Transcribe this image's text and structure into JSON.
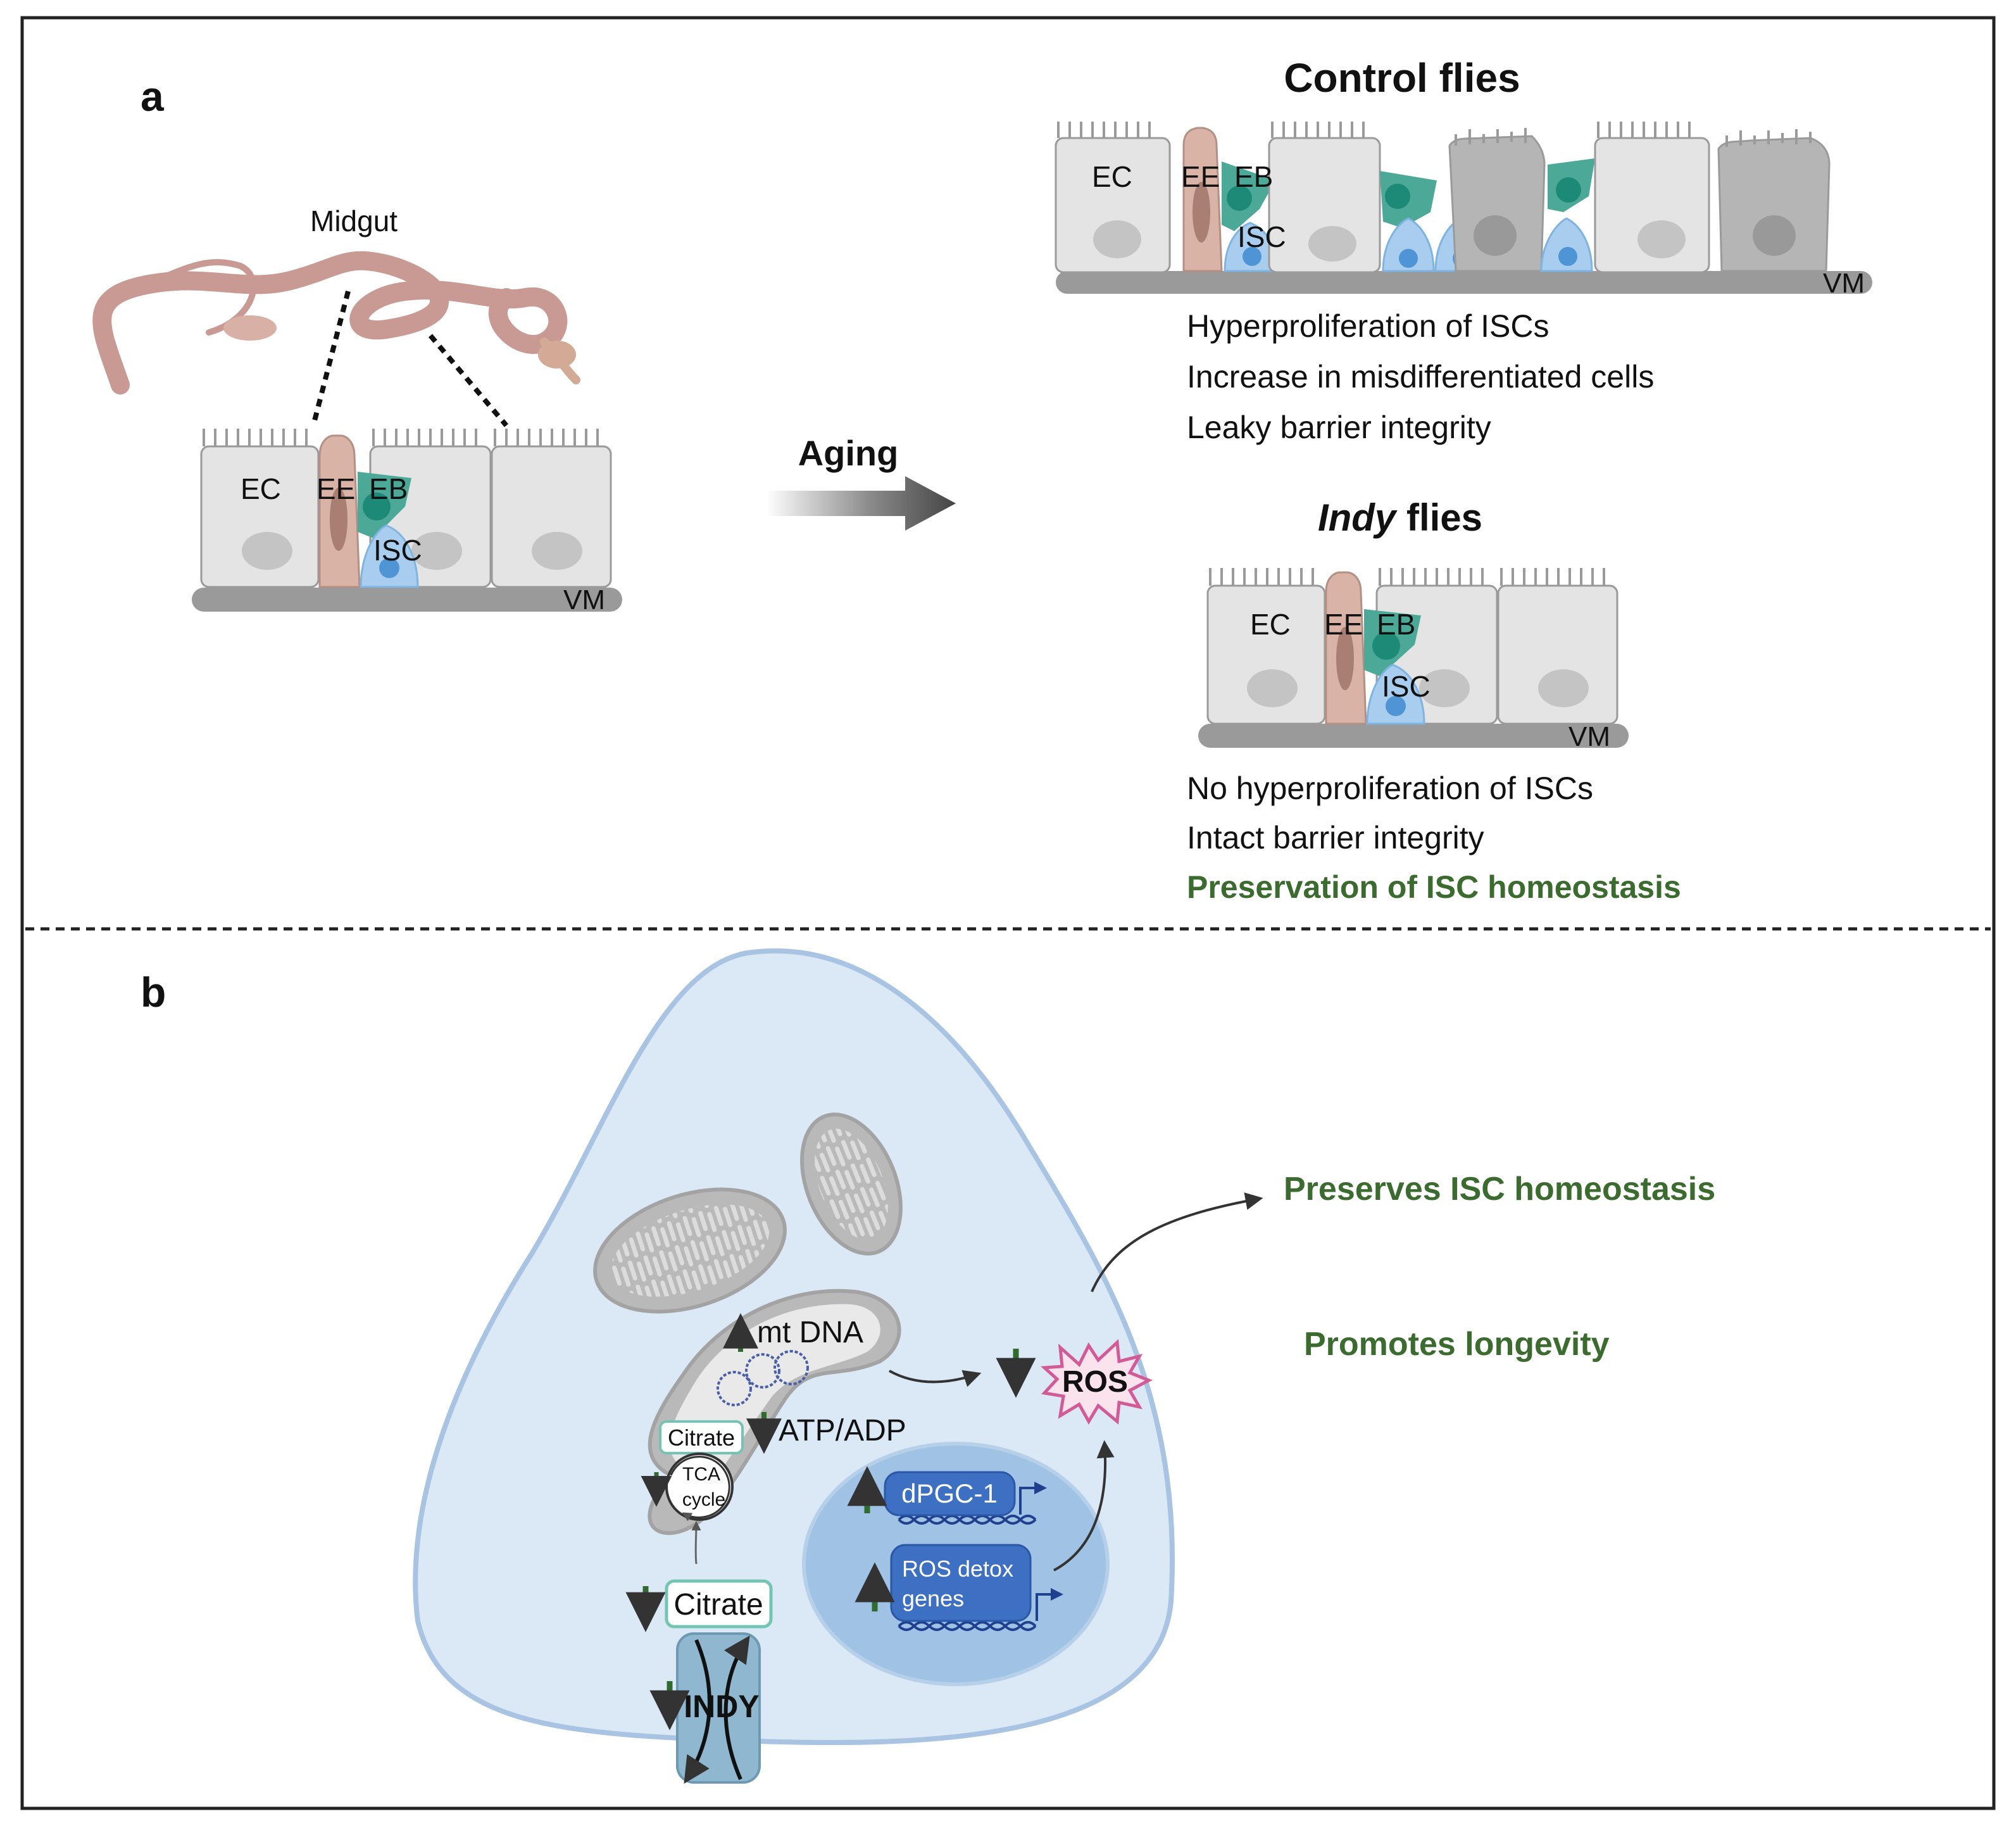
{
  "panel_a": {
    "label": "a",
    "midgut_label": "Midgut",
    "arrow_label": "Aging",
    "cell_labels": {
      "ec": "EC",
      "ee": "EE",
      "eb": "EB",
      "isc": "ISC",
      "vm": "VM"
    },
    "control": {
      "title": "Control flies",
      "findings": [
        "Hyperproliferation of ISCs",
        "Increase in misdifferentiated cells",
        "Leaky barrier integrity"
      ]
    },
    "indy": {
      "title_italic": "Indy",
      "title_rest": " flies",
      "findings": [
        "No hyperproliferation of ISCs",
        "Intact barrier integrity"
      ],
      "highlight": "Preservation of ISC homeostasis"
    }
  },
  "panel_b": {
    "label": "b",
    "mt_dna": "mt DNA",
    "atp_adp": "ATP/ADP",
    "citrate_mito": "Citrate",
    "tca_line1": "TCA",
    "tca_line2": "cycle",
    "citrate_cyto": "Citrate",
    "indy": "INDY",
    "ros": "ROS",
    "dpgc1": "dPGC-1",
    "ros_detox_line1": "ROS detox",
    "ros_detox_line2": "genes",
    "outcome_1": "Preserves ISC homeostasis",
    "outcome_2": "Promotes longevity"
  },
  "colors": {
    "border": "#222222",
    "cell": "#e4e4e4",
    "cell_dark": "#b5b5b5",
    "nucleus": "#c4c4c4",
    "vm": "#9a9a9a",
    "ee_cell": "#d8b3a6",
    "ee_nucleus": "#a87f72",
    "eb_cell": "#4ca897",
    "eb_nucleus": "#1c8a76",
    "isc_cell": "#a9cdee",
    "isc_nucleus": "#4f95d6",
    "gut": "#c99a94",
    "ecell": "#dbe8f6",
    "nucleus_outer": "#b7d0ea",
    "nucleus_inner": "#9fc2e5",
    "gene_box": "#3d6fc2",
    "ros_fill": "#fbe3ee",
    "ros_stroke": "#d25a96",
    "green_text": "#3b6b2e",
    "up_down_arrow": "#2f6a2f"
  }
}
